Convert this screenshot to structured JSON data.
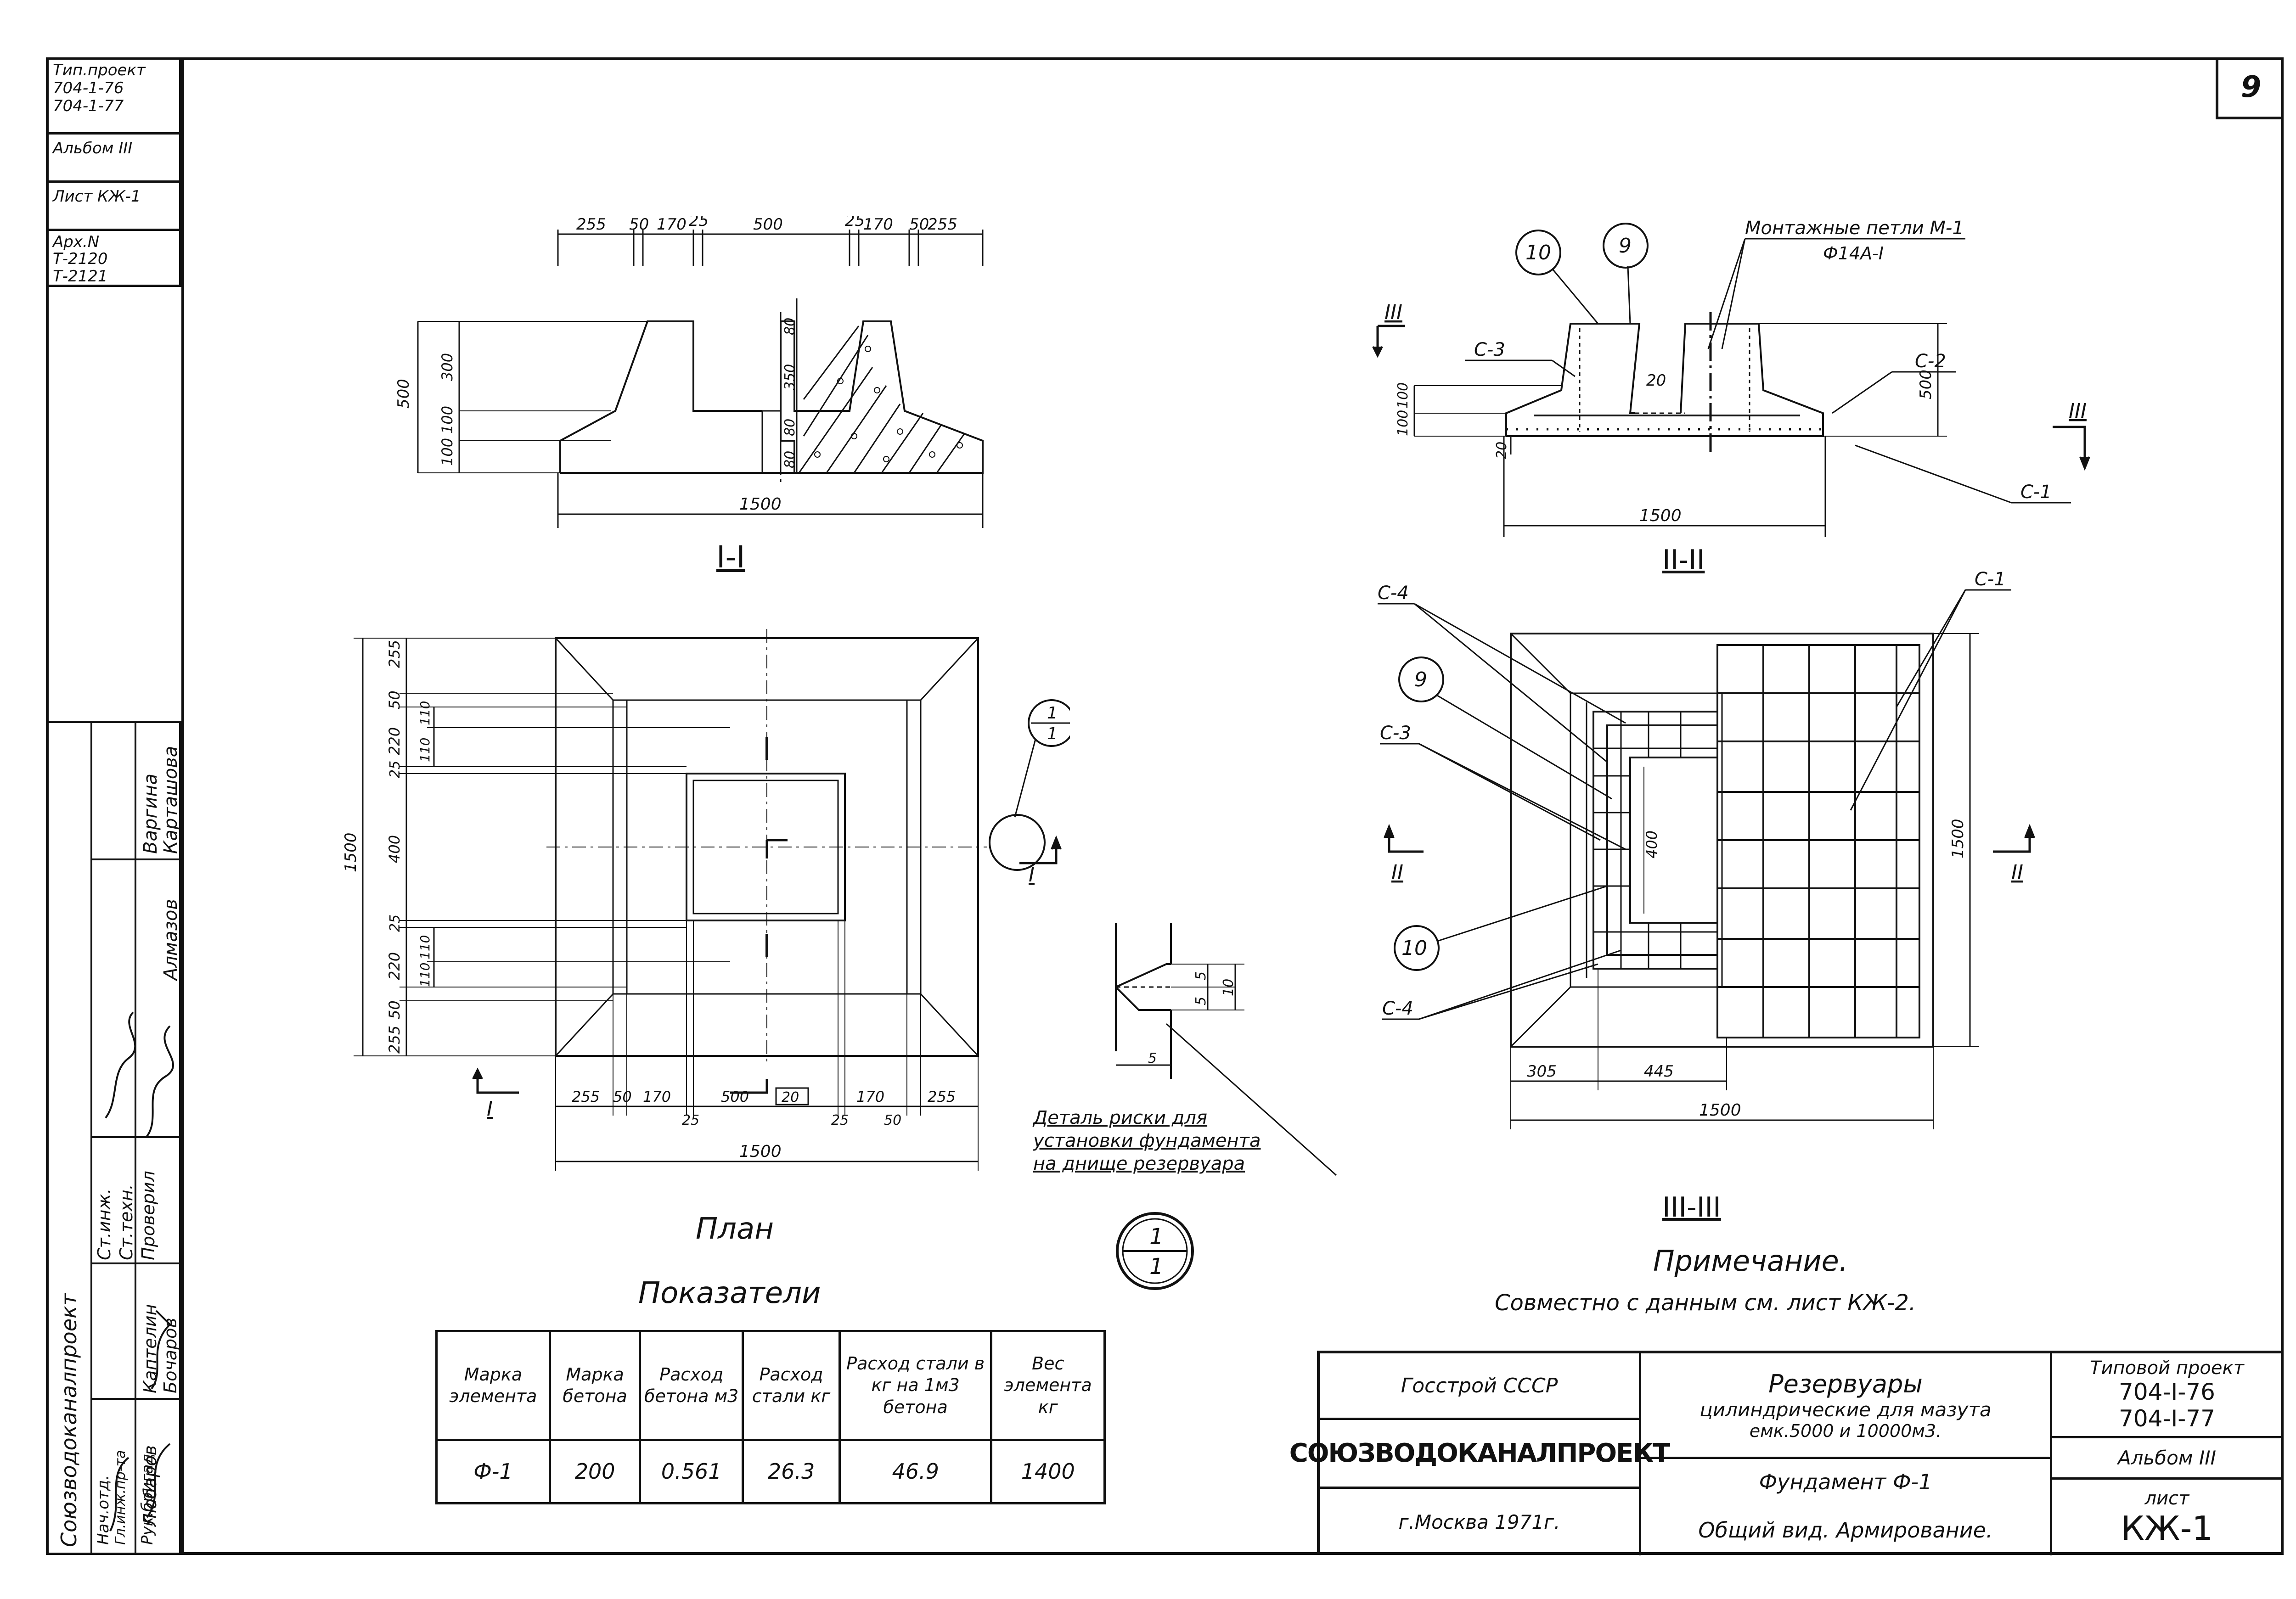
{
  "sheet_number": "9",
  "stamp": {
    "project_label": "Тип.проект",
    "project_codes": [
      "704-1-76",
      "704-1-77"
    ],
    "album": "Альбом III",
    "sheet": "Лист КЖ-1",
    "archive_label": "Арх.N",
    "archive_codes": [
      "Т-2120",
      "Т-2121"
    ]
  },
  "side_signatures": {
    "org": "Союзводоканалпроект",
    "roles": [
      "Нач.отд.",
      "Гл.инж.пр-та",
      "Рук.бригад",
      "Ст.инж.",
      "Ст.техн.",
      "Проверил"
    ],
    "names": [
      "Каптелин",
      "Бочаров",
      "Любаров",
      "Варгина",
      "Карташова",
      "Алмазов"
    ]
  },
  "section_1": {
    "title": "I-I",
    "top_dims": [
      "255",
      "50",
      "170",
      "25",
      "500",
      "25",
      "170",
      "50",
      "255"
    ],
    "left_dims": [
      "500",
      "100",
      "100",
      "300"
    ],
    "right_dims": [
      "80",
      "350",
      "80",
      "80"
    ],
    "bottom_dim": "1500"
  },
  "section_2": {
    "title": "II-II",
    "callouts": [
      "10",
      "9"
    ],
    "loops_label": "Монтажные петли М-1",
    "loops_sub": "Ф14А-I",
    "labels": [
      "С-3",
      "С-2",
      "С-1",
      "20",
      "20"
    ],
    "left_dims": [
      "100",
      "100"
    ],
    "right_dim": "500",
    "bottom_dim": "1500",
    "cut_mark": "III"
  },
  "plan": {
    "title": "План",
    "left_dims": [
      "255",
      "50",
      "220",
      "25",
      "400",
      "25",
      "220",
      "50",
      "255"
    ],
    "total_left": "1500",
    "inner_dims": [
      "110",
      "110",
      "110",
      "110"
    ],
    "bottom_dims": [
      "255",
      "50",
      "170",
      "500",
      "20",
      "170",
      "255"
    ],
    "bottom_sub": [
      "25",
      "25",
      "50"
    ],
    "total_bottom": "1500",
    "cut_mark": "I",
    "callout_top": "1",
    "callout_bottom": "1"
  },
  "detail": {
    "dims": [
      "5",
      "5",
      "10",
      "5"
    ],
    "caption": [
      "Деталь риски для",
      "установки фундамента",
      "на днище резервуара"
    ]
  },
  "center_callout": {
    "top": "1",
    "bottom": "1"
  },
  "section_3": {
    "title": "III-III",
    "labels": [
      "С-4",
      "С-3",
      "С-4",
      "С-1"
    ],
    "callouts": [
      "9",
      "10"
    ],
    "inner_dim": "400",
    "right_dim": "1500",
    "bottom_dims": [
      "305",
      "445"
    ],
    "total_bottom": "1500",
    "cut_mark": "II"
  },
  "note": {
    "title": "Примечание.",
    "text": "Совместно с данным см. лист КЖ-2."
  },
  "indicators": {
    "title": "Показатели",
    "headers": [
      "Марка элемента",
      "Марка бетона",
      "Расход бетона м3",
      "Расход стали кг",
      "Расход стали в кг на 1м3 бетона",
      "Вес элемента кг"
    ],
    "row": [
      "Ф-1",
      "200",
      "0.561",
      "26.3",
      "46.9",
      "1400"
    ]
  },
  "title_block": {
    "org_top": "Госстрой СССР",
    "org_name": "СОЮЗВОДОКАНАЛПРОЕКТ",
    "org_city": "г.Москва 1971г.",
    "title_main": "Резервуары",
    "title_sub": "цилиндрические для мазута",
    "title_sub2": "емк.5000 и 10000м3.",
    "part": "Фундамент Ф-1",
    "part_sub": "Общий вид. Армирование.",
    "type_label": "Типовой проект",
    "type_codes": [
      "704-I-76",
      "704-I-77"
    ],
    "album": "Альбом III",
    "sheet_label": "лист",
    "sheet_code": "КЖ-1"
  }
}
